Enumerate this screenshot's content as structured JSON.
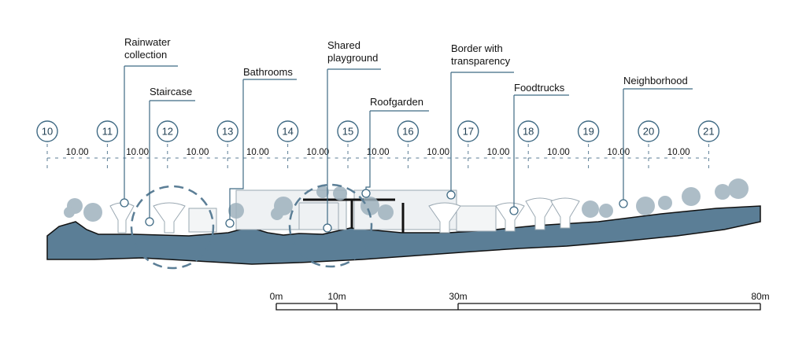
{
  "callouts": [
    {
      "id": "rainwater",
      "lines": [
        "Rainwater",
        "collection"
      ]
    },
    {
      "id": "staircase",
      "lines": [
        "Staircase"
      ]
    },
    {
      "id": "bathrooms",
      "lines": [
        "Bathrooms"
      ]
    },
    {
      "id": "playground",
      "lines": [
        "Shared",
        "playground"
      ]
    },
    {
      "id": "roofgarden",
      "lines": [
        "Roofgarden"
      ]
    },
    {
      "id": "border",
      "lines": [
        "Border with",
        "transparency"
      ]
    },
    {
      "id": "foodtrucks",
      "lines": [
        "Foodtrucks"
      ]
    },
    {
      "id": "neighborhood",
      "lines": [
        "Neighborhood"
      ]
    }
  ],
  "grid": {
    "numbers": [
      "10",
      "11",
      "12",
      "13",
      "14",
      "15",
      "16",
      "17",
      "18",
      "19",
      "20",
      "21"
    ],
    "spacing_label": "10.00"
  },
  "scale_bar": {
    "labels": [
      "0m",
      "10m",
      "30m",
      "80m"
    ]
  },
  "colors": {
    "ground": "#5b7e96",
    "accent": "#3f6a84",
    "line": "#111111",
    "vegetation": "#9fb2be"
  }
}
